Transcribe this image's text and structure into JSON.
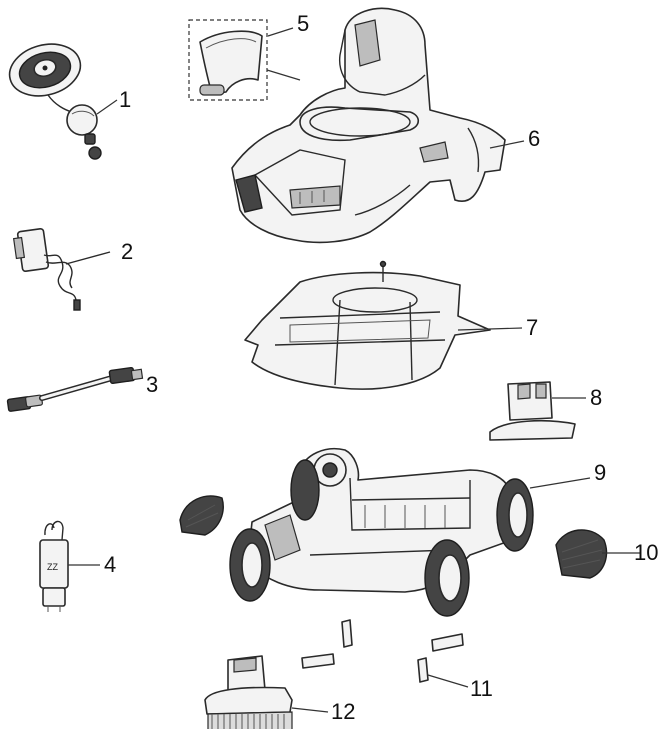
{
  "parts": [
    {
      "id": "1",
      "icon": "remote-control-icon"
    },
    {
      "id": "2",
      "icon": "power-adapter-icon"
    },
    {
      "id": "3",
      "icon": "cable-icon"
    },
    {
      "id": "4",
      "icon": "hook-tool-icon"
    },
    {
      "id": "5",
      "icon": "filter-flap-icon"
    },
    {
      "id": "6",
      "icon": "top-cover-icon"
    },
    {
      "id": "7",
      "icon": "filter-basket-icon"
    },
    {
      "id": "8",
      "icon": "small-brush-icon"
    },
    {
      "id": "9",
      "icon": "chassis-icon"
    },
    {
      "id": "10",
      "icon": "side-cap-right-icon"
    },
    {
      "id": "11",
      "icon": "clip-icon"
    },
    {
      "id": "12",
      "icon": "roller-brush-icon"
    }
  ]
}
